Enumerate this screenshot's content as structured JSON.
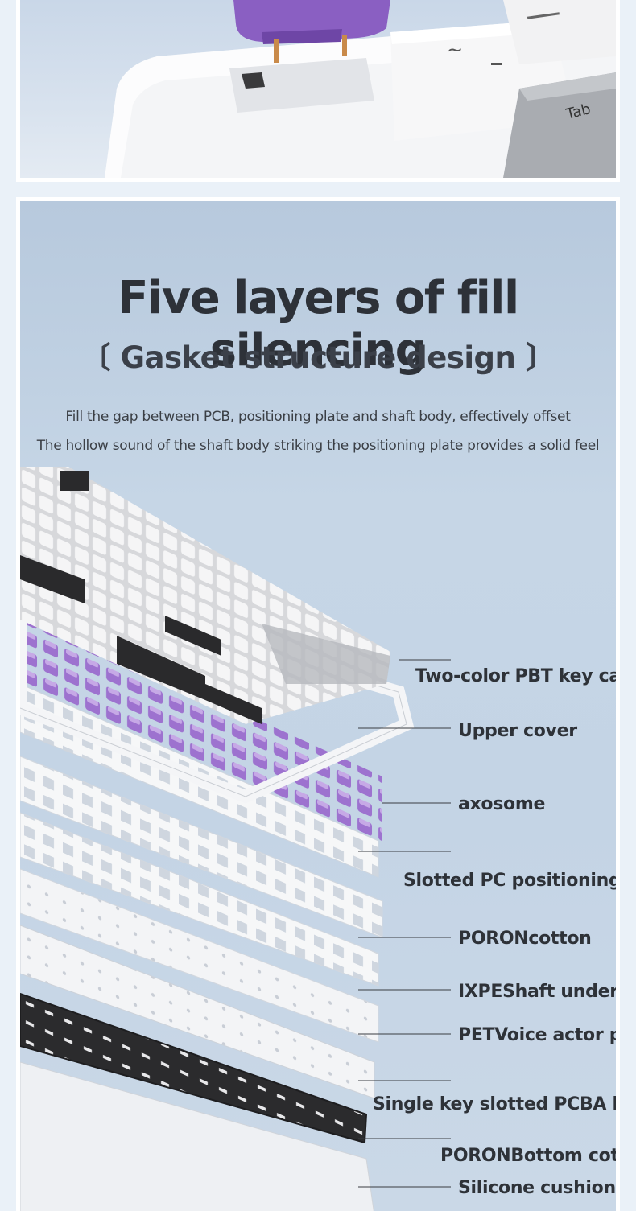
{
  "top_image": {
    "keycap_legends": [
      "Tab"
    ]
  },
  "headline": "Five layers of fill silencing",
  "subheadline": "〔 Gasket structure design 〕",
  "description": [
    "Fill the gap between PCB, positioning plate and shaft body, effectively offset",
    "The hollow sound of the shaft body striking the positioning plate provides a solid feel"
  ],
  "layers": [
    {
      "label": "Two-color PBT key cap"
    },
    {
      "label": "Upper cover"
    },
    {
      "label": "axosome"
    },
    {
      "label": "Slotted PC positioning plate"
    },
    {
      "label": "PORONcotton"
    },
    {
      "label": "IXPEShaft underpad"
    },
    {
      "label": "PETVoice actor pad"
    },
    {
      "label": "Single key slotted PCBA board"
    },
    {
      "label": "PORONBottom cotton"
    },
    {
      "label": "Silicone cushion"
    }
  ],
  "colors": {
    "switch_purple": "#8a5fc2",
    "keycap_white": "#f3f3f3",
    "keycap_gray": "#b9bcc1",
    "keycap_black": "#2a2a2c",
    "headline": "#2d3138"
  }
}
